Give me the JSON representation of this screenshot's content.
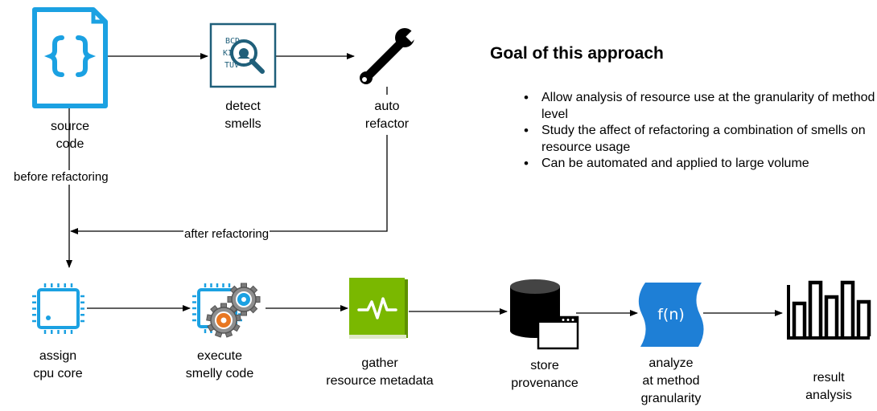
{
  "nodes": {
    "source_code": "source\ncode",
    "detect_smells": "detect\nsmells",
    "auto_refactor": "auto\nrefactor",
    "assign_cpu": "assign\ncpu core",
    "execute": "execute\nsmelly code",
    "gather": "gather\nresource metadata",
    "store": "store\nprovenance",
    "analyze": "analyze\nat method\ngranularity",
    "result": "result\nanalysis"
  },
  "edges": {
    "before": "before refactoring",
    "after": "after refactoring"
  },
  "icons": {
    "source": "source-code-file-icon",
    "detect": "magnifier-code-smell-icon",
    "refactor": "wrench-icon",
    "cpu": "cpu-chip-icon",
    "execute": "gears-icon",
    "gather": "monitoring-book-icon",
    "store": "database-window-icon",
    "analyze": "function-scroll-icon",
    "result": "bar-chart-icon"
  },
  "goal": {
    "title": "Goal of this approach",
    "items": [
      "Allow analysis of resource use at the granularity of method level",
      "Study the affect of refactoring a combination of smells on resource usage",
      "Can be automated and applied to large volume"
    ]
  },
  "colors": {
    "accent_blue": "#1ba1e2",
    "teal_dark": "#1f5f7a",
    "green": "#7ab800",
    "function_blue": "#1e7fd6",
    "orange": "#e87722"
  }
}
